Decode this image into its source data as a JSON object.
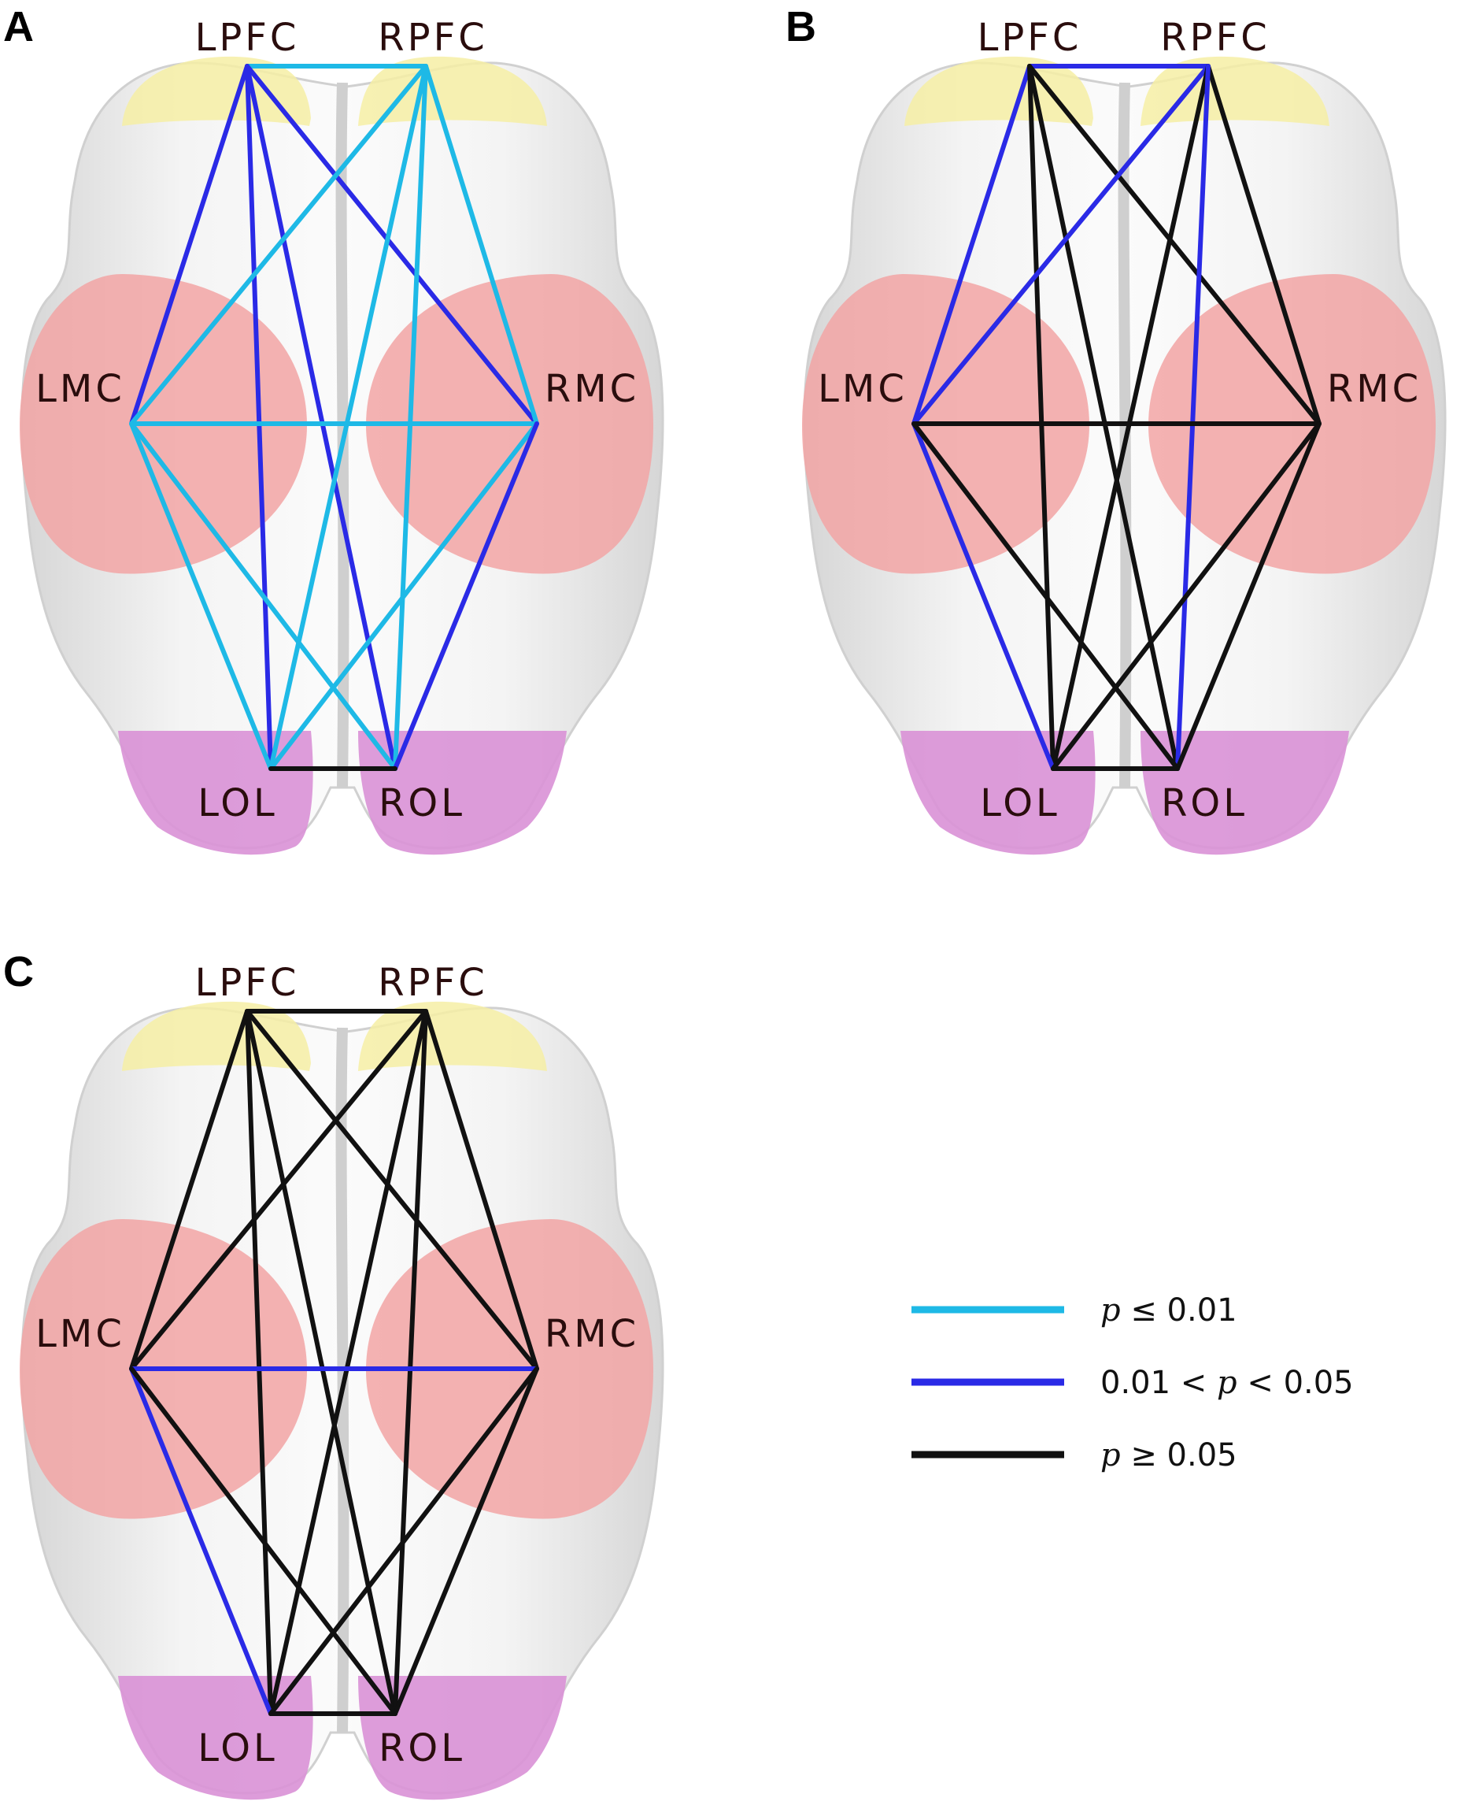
{
  "colors": {
    "sig_high": "#1EB9E6",
    "sig_mid": "#2A2AE6",
    "nonsig": "#111111",
    "pfc": "#F6EEA4",
    "mc": "#F2A5A5",
    "ol": "#D991D6",
    "cortex": "#E9E9E9"
  },
  "nodes": {
    "LPFC": "LPFC",
    "RPFC": "RPFC",
    "LMC": "LMC",
    "RMC": "RMC",
    "LOL": "LOL",
    "ROL": "ROL"
  },
  "panels": [
    {
      "letter": "A",
      "edges": [
        {
          "a": "LPFC",
          "b": "RPFC",
          "sig": "sig_high"
        },
        {
          "a": "LPFC",
          "b": "LMC",
          "sig": "sig_mid"
        },
        {
          "a": "LPFC",
          "b": "RMC",
          "sig": "sig_mid"
        },
        {
          "a": "LPFC",
          "b": "LOL",
          "sig": "sig_mid"
        },
        {
          "a": "LPFC",
          "b": "ROL",
          "sig": "sig_mid"
        },
        {
          "a": "RPFC",
          "b": "LMC",
          "sig": "sig_high"
        },
        {
          "a": "RPFC",
          "b": "RMC",
          "sig": "sig_high"
        },
        {
          "a": "RPFC",
          "b": "LOL",
          "sig": "sig_high"
        },
        {
          "a": "RPFC",
          "b": "ROL",
          "sig": "sig_high"
        },
        {
          "a": "LMC",
          "b": "RMC",
          "sig": "sig_high"
        },
        {
          "a": "LMC",
          "b": "LOL",
          "sig": "sig_high"
        },
        {
          "a": "LMC",
          "b": "ROL",
          "sig": "sig_high"
        },
        {
          "a": "RMC",
          "b": "LOL",
          "sig": "sig_high"
        },
        {
          "a": "RMC",
          "b": "ROL",
          "sig": "sig_mid"
        },
        {
          "a": "LOL",
          "b": "ROL",
          "sig": "nonsig"
        }
      ]
    },
    {
      "letter": "B",
      "edges": [
        {
          "a": "LPFC",
          "b": "RPFC",
          "sig": "sig_mid"
        },
        {
          "a": "LPFC",
          "b": "LMC",
          "sig": "sig_mid"
        },
        {
          "a": "LPFC",
          "b": "RMC",
          "sig": "nonsig"
        },
        {
          "a": "LPFC",
          "b": "LOL",
          "sig": "nonsig"
        },
        {
          "a": "LPFC",
          "b": "ROL",
          "sig": "nonsig"
        },
        {
          "a": "RPFC",
          "b": "LMC",
          "sig": "sig_mid"
        },
        {
          "a": "RPFC",
          "b": "RMC",
          "sig": "nonsig"
        },
        {
          "a": "RPFC",
          "b": "LOL",
          "sig": "nonsig"
        },
        {
          "a": "RPFC",
          "b": "ROL",
          "sig": "sig_mid"
        },
        {
          "a": "LMC",
          "b": "RMC",
          "sig": "nonsig"
        },
        {
          "a": "LMC",
          "b": "LOL",
          "sig": "sig_mid"
        },
        {
          "a": "LMC",
          "b": "ROL",
          "sig": "nonsig"
        },
        {
          "a": "RMC",
          "b": "LOL",
          "sig": "nonsig"
        },
        {
          "a": "RMC",
          "b": "ROL",
          "sig": "nonsig"
        },
        {
          "a": "LOL",
          "b": "ROL",
          "sig": "nonsig"
        }
      ]
    },
    {
      "letter": "C",
      "edges": [
        {
          "a": "LPFC",
          "b": "RPFC",
          "sig": "nonsig"
        },
        {
          "a": "LPFC",
          "b": "LMC",
          "sig": "nonsig"
        },
        {
          "a": "LPFC",
          "b": "RMC",
          "sig": "nonsig"
        },
        {
          "a": "LPFC",
          "b": "LOL",
          "sig": "nonsig"
        },
        {
          "a": "LPFC",
          "b": "ROL",
          "sig": "nonsig"
        },
        {
          "a": "RPFC",
          "b": "LMC",
          "sig": "nonsig"
        },
        {
          "a": "RPFC",
          "b": "RMC",
          "sig": "nonsig"
        },
        {
          "a": "RPFC",
          "b": "LOL",
          "sig": "nonsig"
        },
        {
          "a": "RPFC",
          "b": "ROL",
          "sig": "nonsig"
        },
        {
          "a": "LMC",
          "b": "RMC",
          "sig": "sig_mid"
        },
        {
          "a": "LMC",
          "b": "LOL",
          "sig": "sig_mid"
        },
        {
          "a": "LMC",
          "b": "ROL",
          "sig": "nonsig"
        },
        {
          "a": "RMC",
          "b": "LOL",
          "sig": "nonsig"
        },
        {
          "a": "RMC",
          "b": "ROL",
          "sig": "nonsig"
        },
        {
          "a": "LOL",
          "b": "ROL",
          "sig": "nonsig"
        }
      ]
    }
  ],
  "legend": [
    {
      "sig": "sig_high",
      "parts": [
        "p",
        " ≤ 0.01"
      ]
    },
    {
      "sig": "sig_mid",
      "parts": [
        "0.01 < ",
        "p",
        " < 0.05"
      ]
    },
    {
      "sig": "nonsig",
      "parts": [
        "p",
        " ≥ 0.05"
      ]
    }
  ]
}
